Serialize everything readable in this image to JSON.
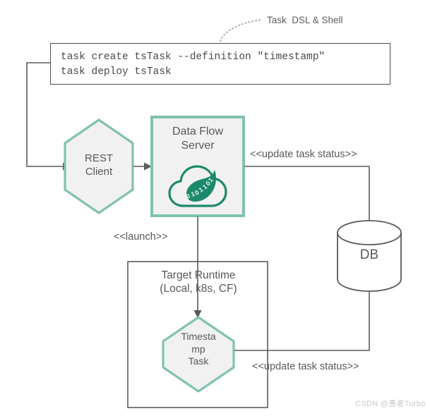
{
  "diagram": {
    "annotation": {
      "label": "Task  DSL & Shell"
    },
    "code_block": {
      "lines": "task create tsTask --definition \"timestamp\"\ntask deploy tsTask"
    },
    "nodes": {
      "rest_client": "REST\nClient",
      "data_flow_server": "Data Flow\nServer",
      "data_flow_server_logo": "spring-cloud-dataflow-logo",
      "db": "DB",
      "target_runtime": "Target Runtime\n(Local, k8s, CF)",
      "timestamp_task": "Timesta\nmp\nTask"
    },
    "edges": {
      "update_task_status_top": "<<update task status>>",
      "launch": "<<launch>>",
      "update_task_status_bottom": "<<update task status>>"
    },
    "watermark": "CSDN @愚者Turbo",
    "colors": {
      "accent_green": "#81c3aa",
      "logo_green": "#1b8a6b",
      "node_fill": "#f1f1f1",
      "line_gray": "#5b5b5b",
      "text_gray": "#595959"
    }
  }
}
